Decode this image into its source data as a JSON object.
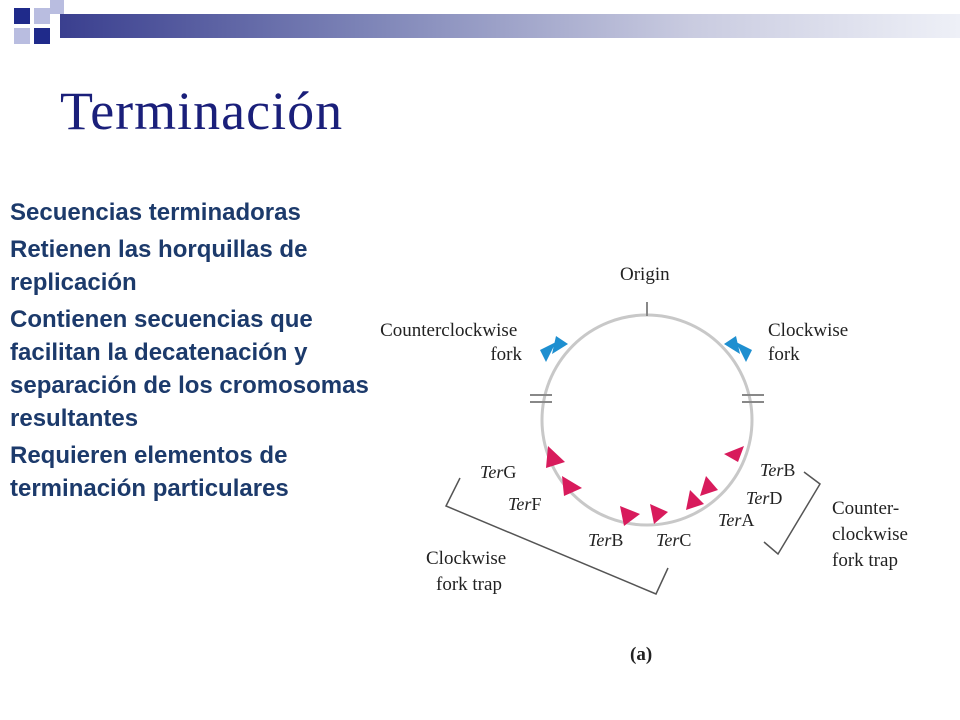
{
  "slide": {
    "title": "Terminación",
    "bullets": [
      "Secuencias terminadoras",
      "Retienen las horquillas de replicación",
      "Contienen secuencias que facilitan la decatenación y separación de los cromosomas resultantes",
      "Requieren elementos de terminación particulares"
    ]
  },
  "diagram": {
    "origin": "Origin",
    "ccw_fork": [
      "Counterclockwise",
      "fork"
    ],
    "cw_fork": [
      "Clockwise",
      "fork"
    ],
    "ter_labels": {
      "terG": [
        "Ter",
        "G"
      ],
      "terF": [
        "Ter",
        "F"
      ],
      "terB_left": [
        "Ter",
        "B"
      ],
      "terC": [
        "Ter",
        "C"
      ],
      "terA": [
        "Ter",
        "A"
      ],
      "terD": [
        "Ter",
        "D"
      ],
      "terB_right": [
        "Ter",
        "B"
      ]
    },
    "cw_trap": [
      "Clockwise",
      "fork trap"
    ],
    "ccw_trap": [
      "Counter-",
      "clockwise",
      "fork trap"
    ],
    "caption": "(a)",
    "colors": {
      "arrow_fork": "#1e8fd0",
      "arrow_ter": "#d81b5c",
      "circle": "#c8c8c8"
    }
  }
}
